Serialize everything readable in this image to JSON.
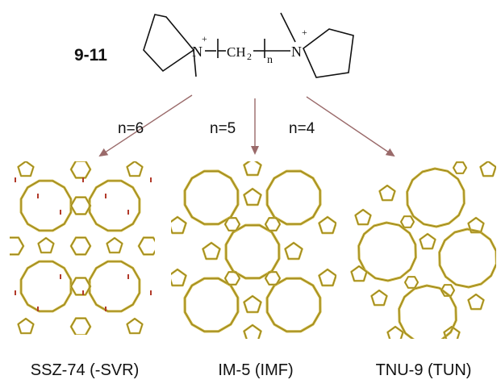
{
  "compound_label": "9-11",
  "structure": {
    "nitrogen_left": "N",
    "nitrogen_right": "N",
    "charge_left": "+",
    "charge_right": "+",
    "chain_unit": "CH",
    "chain_subscript": "2",
    "chain_index": "n"
  },
  "arrows": [
    {
      "label": "n=6"
    },
    {
      "label": "n=5"
    },
    {
      "label": "n=4"
    }
  ],
  "frameworks": [
    {
      "name": "SSZ-74 (-SVR)"
    },
    {
      "name": "IM-5 (IMF)"
    },
    {
      "name": "TNU-9 (TUN)"
    }
  ],
  "colors": {
    "framework_gold": "#c9b13a",
    "framework_dark": "#8a7818",
    "oxygen_red": "#b23a2a",
    "arrow": "#9a6a6a"
  }
}
